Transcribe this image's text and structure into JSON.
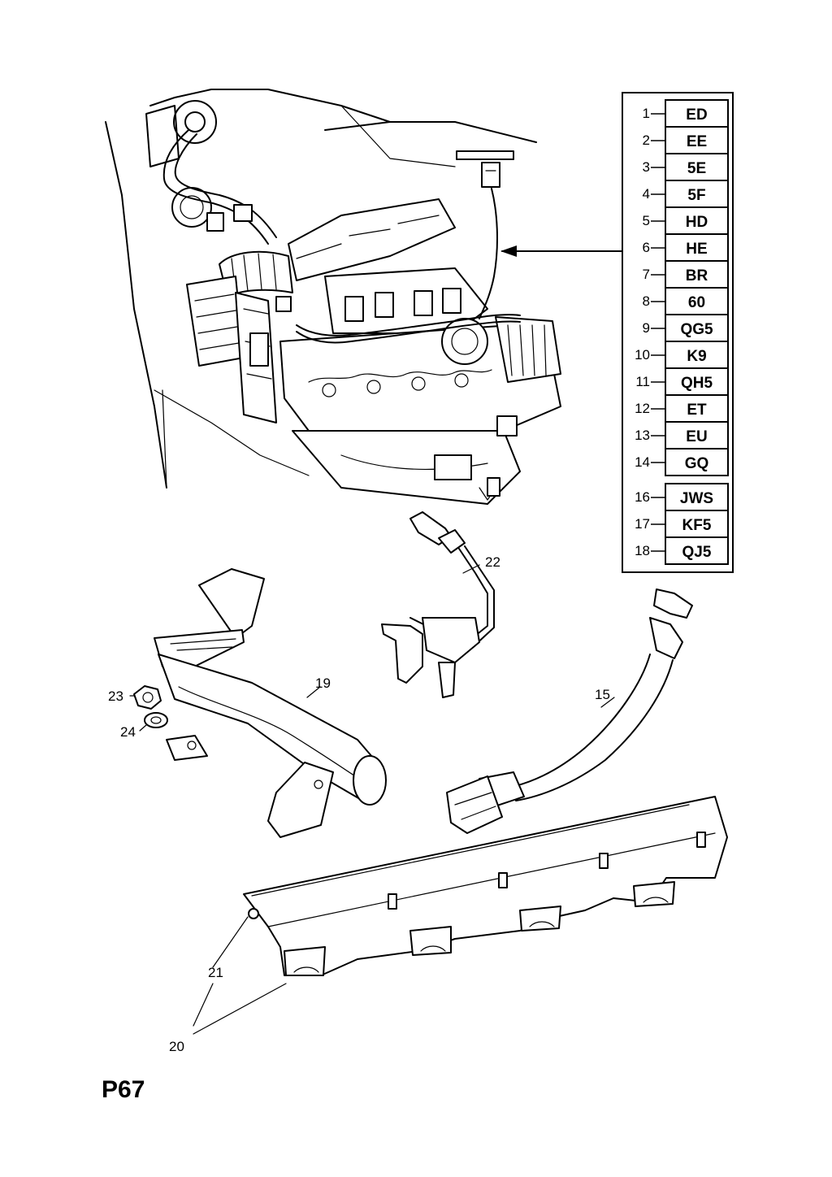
{
  "page_code": "P67",
  "code_table": [
    {
      "num": "1",
      "code": "ED"
    },
    {
      "num": "2",
      "code": "EE"
    },
    {
      "num": "3",
      "code": "5E"
    },
    {
      "num": "4",
      "code": "5F"
    },
    {
      "num": "5",
      "code": "HD"
    },
    {
      "num": "6",
      "code": "HE"
    },
    {
      "num": "7",
      "code": "BR"
    },
    {
      "num": "8",
      "code": "60"
    },
    {
      "num": "9",
      "code": "QG5"
    },
    {
      "num": "10",
      "code": "K9"
    },
    {
      "num": "11",
      "code": "QH5"
    },
    {
      "num": "12",
      "code": "ET"
    },
    {
      "num": "13",
      "code": "EU"
    },
    {
      "num": "14",
      "code": "GQ"
    },
    {
      "num": "16",
      "code": "JWS"
    },
    {
      "num": "17",
      "code": "KF5"
    },
    {
      "num": "18",
      "code": "QJ5"
    }
  ],
  "callouts": {
    "c15": "15",
    "c19": "19",
    "c20": "20",
    "c21": "21",
    "c22": "22",
    "c23": "23",
    "c24": "24"
  }
}
